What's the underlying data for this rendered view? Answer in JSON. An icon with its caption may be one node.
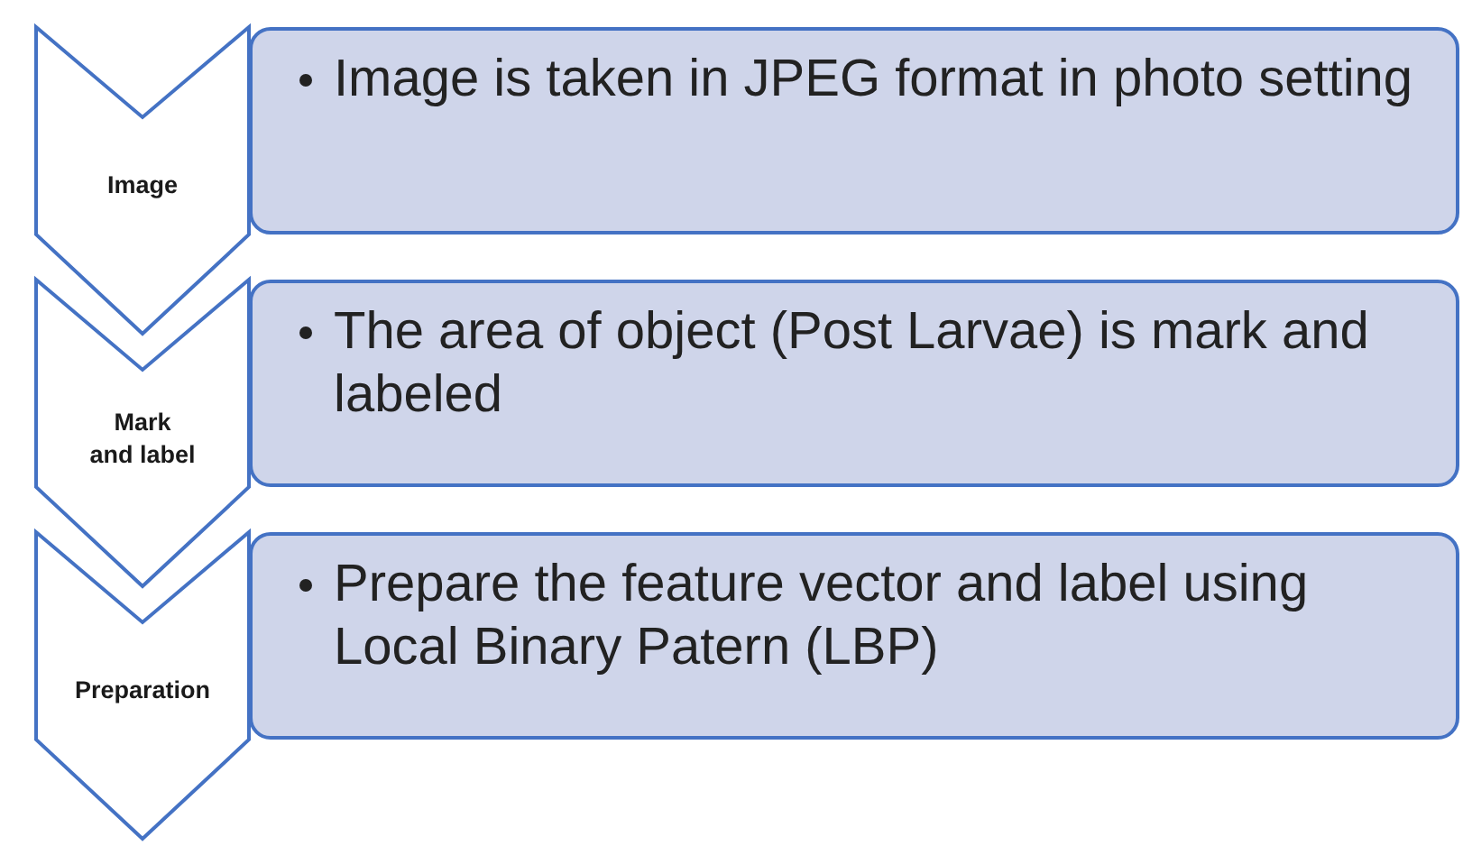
{
  "diagram": {
    "nodes": [
      {
        "text": [
          "Image"
        ]
      },
      {
        "text": [
          "Image is taken in JPEG format in photo setting"
        ]
      },
      {
        "text": [
          "Mark and label"
        ]
      },
      {
        "text": [
          "The area of object (Post Larvae) is mark and labeled"
        ]
      },
      {
        "text": [
          "Preparation"
        ]
      },
      {
        "text": [
          "Prepare the feature vector and label using Local Binary Patern (LBP)"
        ]
      }
    ]
  }
}
